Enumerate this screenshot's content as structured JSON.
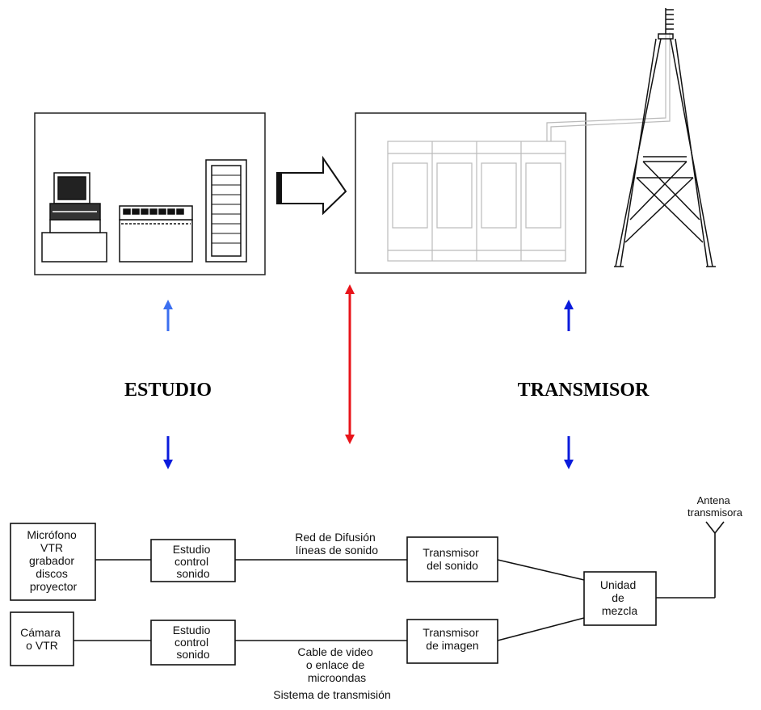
{
  "labels": {
    "estudio": "ESTUDIO",
    "transmisor": "TRANSMISOR"
  },
  "colors": {
    "estudio_arrow": "#3b6ff0",
    "transmisor_arrow": "#0a1bdc",
    "link_arrow": "#e8141a",
    "line": "#000000"
  },
  "icons": [
    "computer-icon",
    "mixing-console-icon",
    "equipment-rack-icon",
    "transfer-arrow-icon",
    "transmitter-cabinet-icon",
    "antenna-tower-icon",
    "antenna-symbol-icon"
  ],
  "blocks": {
    "sources_audio": [
      "Micrófono",
      "VTR",
      "grabador",
      "discos",
      "proyector"
    ],
    "studio_audio": [
      "Estudio",
      "control",
      "sonido"
    ],
    "net_audio": [
      "Red de Difusión",
      "líneas de sonido"
    ],
    "tx_audio": [
      "Transmisor",
      "del sonido"
    ],
    "source_video": [
      "Cámara",
      "o VTR"
    ],
    "studio_video": [
      "Estudio",
      "control",
      "sonido"
    ],
    "net_video": [
      "Cable de video",
      "o enlace de",
      "microondas"
    ],
    "tx_video": [
      "Transmisor",
      "de imagen"
    ],
    "mixer": [
      "Unidad",
      "de",
      "mezcla"
    ],
    "antenna": [
      "Antena",
      "transmisora"
    ]
  },
  "caption": "Sistema de transmisión"
}
